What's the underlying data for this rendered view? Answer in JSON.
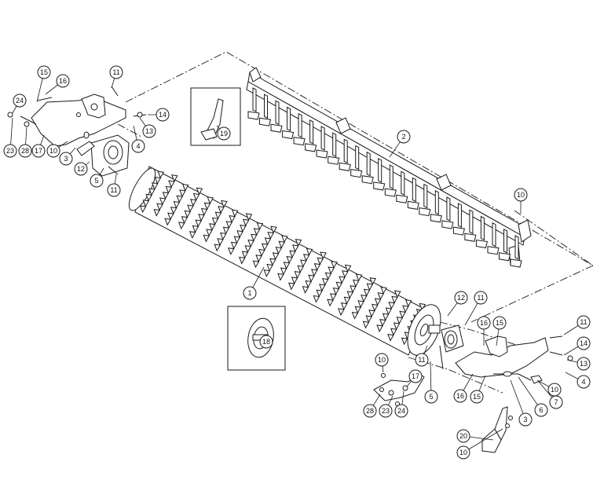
{
  "callouts": [
    {
      "id": "c15a",
      "label": "15"
    },
    {
      "id": "c16a",
      "label": "16"
    },
    {
      "id": "c11a",
      "label": "11"
    },
    {
      "id": "c24a",
      "label": "24"
    },
    {
      "id": "c14a",
      "label": "14"
    },
    {
      "id": "c13a",
      "label": "13"
    },
    {
      "id": "c23a",
      "label": "23"
    },
    {
      "id": "c28a",
      "label": "28"
    },
    {
      "id": "c17a",
      "label": "17"
    },
    {
      "id": "c10a",
      "label": "10"
    },
    {
      "id": "c4a",
      "label": "4"
    },
    {
      "id": "c3a",
      "label": "3"
    },
    {
      "id": "c12a",
      "label": "12"
    },
    {
      "id": "c5a",
      "label": "5"
    },
    {
      "id": "c11b",
      "label": "11"
    },
    {
      "id": "c19",
      "label": "19"
    },
    {
      "id": "c2",
      "label": "2"
    },
    {
      "id": "c10b",
      "label": "10"
    },
    {
      "id": "c1",
      "label": "1"
    },
    {
      "id": "c12b",
      "label": "12"
    },
    {
      "id": "c11c",
      "label": "11"
    },
    {
      "id": "c18",
      "label": "18"
    },
    {
      "id": "c11d",
      "label": "11"
    },
    {
      "id": "c16b",
      "label": "16"
    },
    {
      "id": "c15b",
      "label": "15"
    },
    {
      "id": "c14b",
      "label": "14"
    },
    {
      "id": "c13b",
      "label": "13"
    },
    {
      "id": "c4b",
      "label": "4"
    },
    {
      "id": "c10c",
      "label": "10"
    },
    {
      "id": "c11e",
      "label": "11"
    },
    {
      "id": "c10d",
      "label": "10"
    },
    {
      "id": "c17b",
      "label": "17"
    },
    {
      "id": "c5b",
      "label": "5"
    },
    {
      "id": "c16c",
      "label": "16"
    },
    {
      "id": "c15c",
      "label": "15"
    },
    {
      "id": "c7",
      "label": "7"
    },
    {
      "id": "c6",
      "label": "6"
    },
    {
      "id": "c28b",
      "label": "28"
    },
    {
      "id": "c23b",
      "label": "23"
    },
    {
      "id": "c24b",
      "label": "24"
    },
    {
      "id": "c3b",
      "label": "3"
    },
    {
      "id": "c20",
      "label": "20"
    },
    {
      "id": "c10e",
      "label": "10"
    }
  ]
}
